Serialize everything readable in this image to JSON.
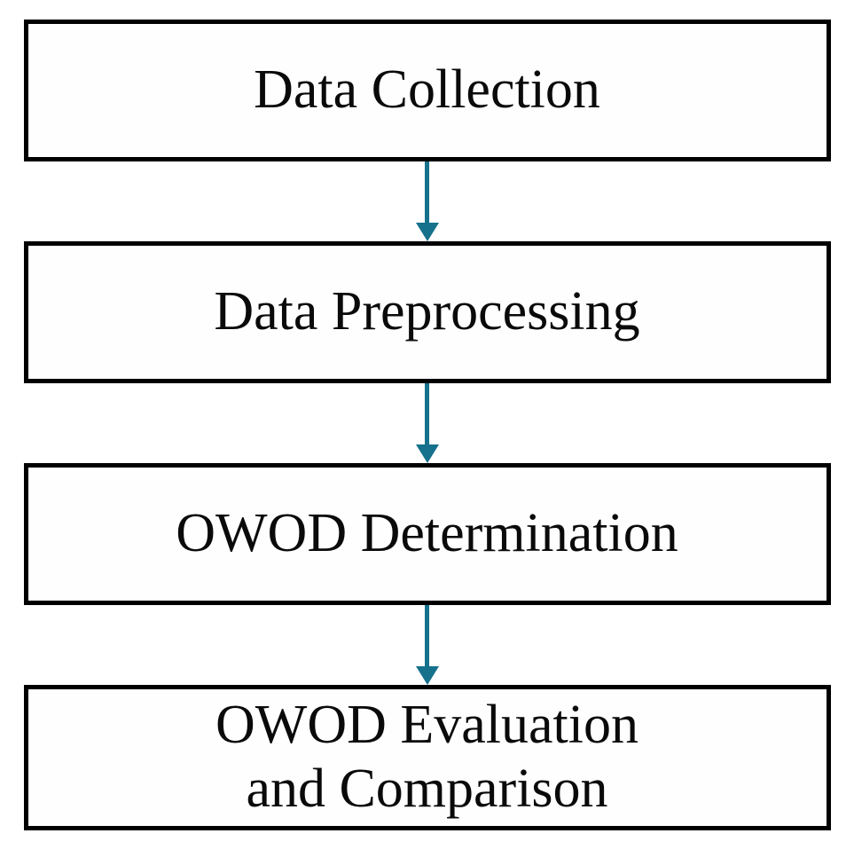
{
  "diagram": {
    "type": "flowchart",
    "direction": "top-down",
    "colors": {
      "box_border": "#000000",
      "box_fill": "#fefefe",
      "text": "#0a0a0a",
      "arrow": "#16718c",
      "background": "#ffffff"
    },
    "nodes": [
      {
        "id": "data-collection",
        "lines": [
          "Data Collection"
        ]
      },
      {
        "id": "data-preprocessing",
        "lines": [
          "Data Preprocessing"
        ]
      },
      {
        "id": "owod-determination",
        "lines": [
          "OWOD Determination"
        ]
      },
      {
        "id": "owod-evaluation-and-comparison",
        "lines": [
          "OWOD Evaluation",
          "and Comparison"
        ]
      }
    ],
    "edges": [
      {
        "from": "data-collection",
        "to": "data-preprocessing"
      },
      {
        "from": "data-preprocessing",
        "to": "owod-determination"
      },
      {
        "from": "owod-determination",
        "to": "owod-evaluation-and-comparison"
      }
    ]
  }
}
